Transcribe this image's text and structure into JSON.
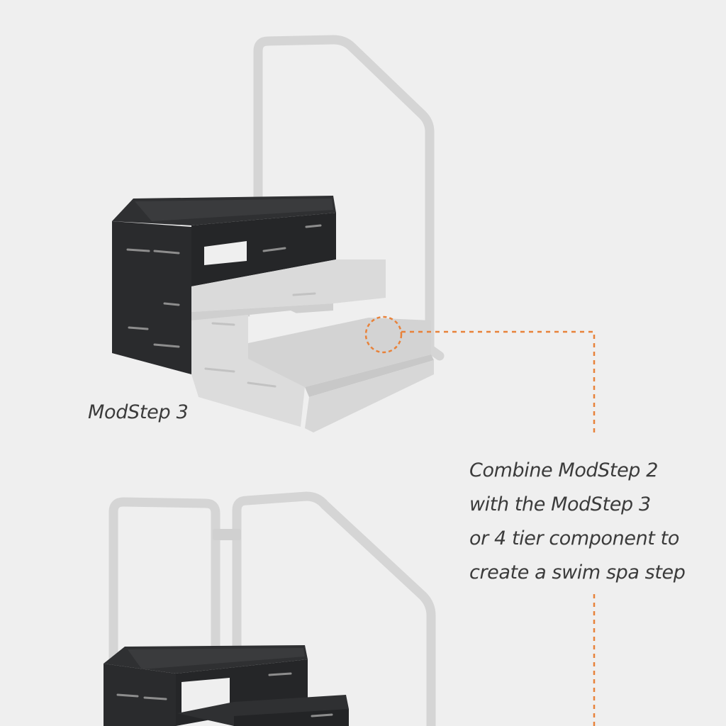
{
  "caption": "ModStep 3",
  "callout": {
    "lines": [
      "Combine ModStep 2",
      "with the ModStep 3",
      "or 4 tier component to",
      "create a swim spa step"
    ],
    "leader_color": "#e8823a"
  },
  "colors": {
    "background": "#efefef",
    "step_dark": "#2b2c2e",
    "step_light": "#d9d9d9",
    "handrail": "#d6d6d6",
    "text": "#3b3b3b"
  },
  "images": [
    {
      "name": "modstep-3-with-handrail"
    },
    {
      "name": "modstep-2-combined-with-handrails"
    }
  ]
}
